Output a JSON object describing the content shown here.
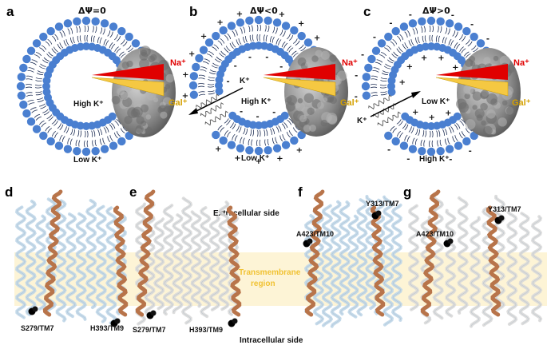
{
  "panels": {
    "a": {
      "letter": "a",
      "potential": "ΔΨ=0",
      "inside": "High K⁺",
      "outside": "Low K⁺",
      "na": "Na⁺",
      "gal": "Gal⁺"
    },
    "b": {
      "letter": "b",
      "potential": "ΔΨ<0",
      "inside": "High K⁺",
      "outside": "Low K⁺",
      "k": "K⁺",
      "na": "Na⁺",
      "gal": "Gal⁺"
    },
    "c": {
      "letter": "c",
      "potential": "ΔΨ>0",
      "inside": "Low K⁺",
      "outside": "High K⁺",
      "k": "K⁺",
      "na": "Na⁺",
      "gal": "Gal⁺"
    },
    "d": {
      "letter": "d",
      "residue1": "S279/TM7",
      "residue2": "H393/TM9"
    },
    "e": {
      "letter": "e",
      "residue1": "S279/TM7",
      "residue2": "H393/TM9"
    },
    "f": {
      "letter": "f",
      "residue1": "A423/TM10",
      "residue2": "Y313/TM7"
    },
    "g": {
      "letter": "g",
      "residue1": "A423/TM10",
      "residue2": "Y313/TM7"
    }
  },
  "labels": {
    "extracellular": "Extracellular side",
    "transmembrane": [
      "Transmembrane",
      "region"
    ],
    "intracellular": "Intracellular side"
  },
  "colors": {
    "lipid_head": "#4a7fd0",
    "na_wedge": "#e00000",
    "gal_wedge": "#f5c842",
    "membrane_band": "#fdf4d6",
    "tm_label": "#f1c232",
    "helix_highlight": "#b8744a",
    "structure_blue": "#bfd6e8",
    "structure_gray": "#d9d9d9",
    "protein_gray": "#8c8c8c"
  }
}
